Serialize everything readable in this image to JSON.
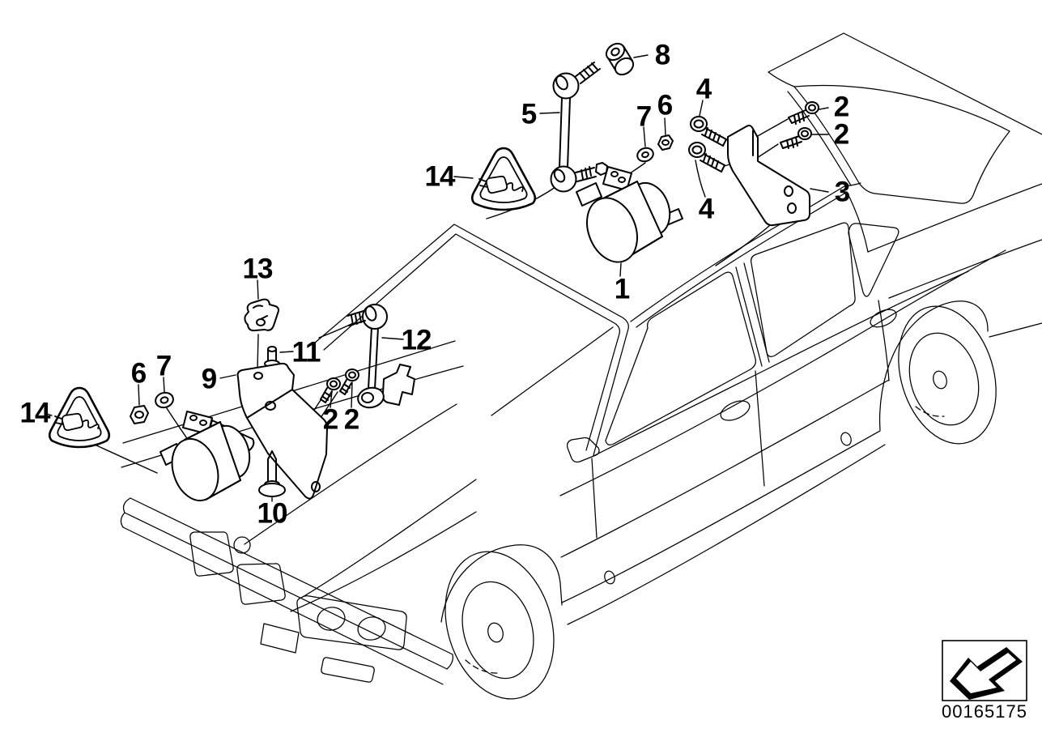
{
  "diagram": {
    "type": "vehicle-parts-exploded-diagram",
    "colors": {
      "line": "#000000",
      "background": "#ffffff"
    },
    "icons": {
      "warning_triangle": "connector-plug-warning-icon",
      "stamp_arrow": "page-direction-arrow-icon"
    },
    "callouts": [
      {
        "label": "8"
      },
      {
        "label": "5"
      },
      {
        "label": "7"
      },
      {
        "label": "6"
      },
      {
        "label": "4"
      },
      {
        "label": "2"
      },
      {
        "label": "2"
      },
      {
        "label": "3"
      },
      {
        "label": "14"
      },
      {
        "label": "1"
      },
      {
        "label": "4"
      },
      {
        "label": "13"
      },
      {
        "label": "11"
      },
      {
        "label": "12"
      },
      {
        "label": "9"
      },
      {
        "label": "7"
      },
      {
        "label": "6"
      },
      {
        "label": "14"
      },
      {
        "label": "2"
      },
      {
        "label": "2"
      },
      {
        "label": "10"
      }
    ],
    "stamp": {
      "number": "00165175"
    }
  }
}
